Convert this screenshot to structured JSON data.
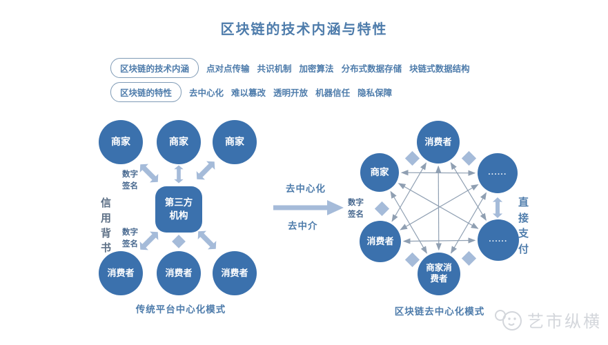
{
  "title": "区块链的技术内涵与特性",
  "tag_rows": [
    {
      "pill": "区块链的技术内涵",
      "tags": [
        "点对点传输",
        "共识机制",
        "加密算法",
        "分布式数据存储",
        "块链式数据结构"
      ]
    },
    {
      "pill": "区块链的特性",
      "tags": [
        "去中心化",
        "难以篡改",
        "透明开放",
        "机器信任",
        "隐私保障"
      ]
    }
  ],
  "left_diagram": {
    "top_nodes": [
      "商家",
      "商家",
      "商家"
    ],
    "center_box": "第三方机构",
    "bottom_nodes": [
      "消费者",
      "消费者",
      "消费者"
    ],
    "digital_signature_top": "数字签名",
    "credit_endorsement": "信用背书",
    "digital_signature_bottom": "数字签名",
    "caption": "传统平台中心化模式"
  },
  "transition": {
    "top_label": "去中心化",
    "bottom_label": "去中介"
  },
  "right_diagram": {
    "nodes": {
      "top": "消费者",
      "upper_left": "商家",
      "upper_right": "......",
      "lower_left": "消费者",
      "lower_right": "......",
      "bottom": "商家消费者"
    },
    "digital_signature": "数字签名",
    "direct_payment": "直接支付",
    "caption": "区块链去中心化模式"
  },
  "watermark": {
    "text": "艺市纵横"
  },
  "colors": {
    "node_blue": "#3b71ad",
    "light_blue": "#a5bbd9",
    "steel_text": "#4e7cab",
    "mesh_gray": "#8f9fb2",
    "signature_text": "#47688f",
    "gray_label": "#5d7086",
    "watermark_gray": "#d3d6db"
  }
}
